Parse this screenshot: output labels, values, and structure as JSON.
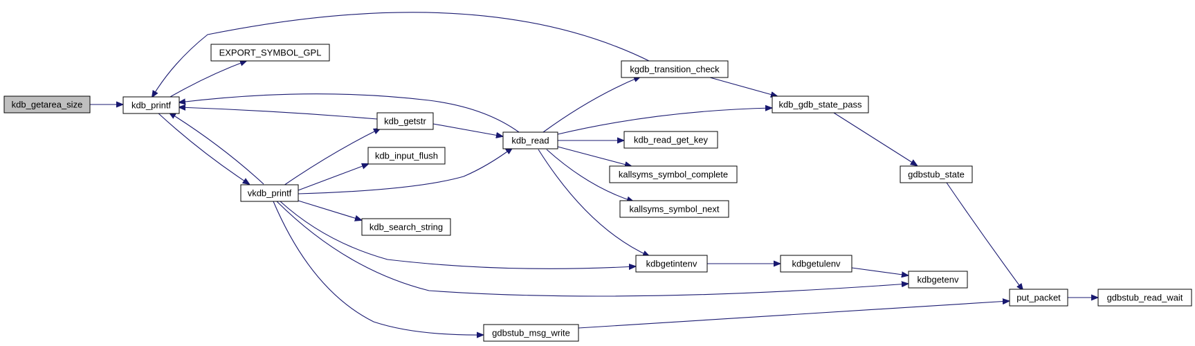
{
  "diagram": {
    "type": "call-graph",
    "nodes": [
      {
        "id": "kdb_getarea_size",
        "label": "kdb_getarea_size",
        "highlighted": true
      },
      {
        "id": "kdb_printf",
        "label": "kdb_printf"
      },
      {
        "id": "EXPORT_SYMBOL_GPL",
        "label": "EXPORT_SYMBOL_GPL"
      },
      {
        "id": "vkdb_printf",
        "label": "vkdb_printf"
      },
      {
        "id": "kdb_getstr",
        "label": "kdb_getstr"
      },
      {
        "id": "kdb_input_flush",
        "label": "kdb_input_flush"
      },
      {
        "id": "kdb_search_string",
        "label": "kdb_search_string"
      },
      {
        "id": "gdbstub_msg_write",
        "label": "gdbstub_msg_write"
      },
      {
        "id": "kdb_read",
        "label": "kdb_read"
      },
      {
        "id": "kgdb_transition_check",
        "label": "kgdb_transition_check"
      },
      {
        "id": "kdb_read_get_key",
        "label": "kdb_read_get_key"
      },
      {
        "id": "kallsyms_symbol_complete",
        "label": "kallsyms_symbol_complete"
      },
      {
        "id": "kallsyms_symbol_next",
        "label": "kallsyms_symbol_next"
      },
      {
        "id": "kdbgetintenv",
        "label": "kdbgetintenv"
      },
      {
        "id": "kdb_gdb_state_pass",
        "label": "kdb_gdb_state_pass"
      },
      {
        "id": "kdbgetulenv",
        "label": "kdbgetulenv"
      },
      {
        "id": "gdbstub_state",
        "label": "gdbstub_state"
      },
      {
        "id": "kdbgetenv",
        "label": "kdbgetenv"
      },
      {
        "id": "put_packet",
        "label": "put_packet"
      },
      {
        "id": "gdbstub_read_wait",
        "label": "gdbstub_read_wait"
      }
    ],
    "edges": [
      {
        "from": "kdb_getarea_size",
        "to": "kdb_printf"
      },
      {
        "from": "kdb_printf",
        "to": "EXPORT_SYMBOL_GPL"
      },
      {
        "from": "kdb_printf",
        "to": "vkdb_printf"
      },
      {
        "from": "vkdb_printf",
        "to": "kdb_printf"
      },
      {
        "from": "kdb_getstr",
        "to": "kdb_printf"
      },
      {
        "from": "kdb_read",
        "to": "kdb_printf"
      },
      {
        "from": "kgdb_transition_check",
        "to": "kdb_printf"
      },
      {
        "from": "vkdb_printf",
        "to": "kdb_getstr"
      },
      {
        "from": "vkdb_printf",
        "to": "kdb_input_flush"
      },
      {
        "from": "vkdb_printf",
        "to": "kdb_read"
      },
      {
        "from": "vkdb_printf",
        "to": "kdb_search_string"
      },
      {
        "from": "vkdb_printf",
        "to": "kdbgetintenv"
      },
      {
        "from": "vkdb_printf",
        "to": "kdbgetenv"
      },
      {
        "from": "vkdb_printf",
        "to": "gdbstub_msg_write"
      },
      {
        "from": "kdb_getstr",
        "to": "kdb_read"
      },
      {
        "from": "kdb_read",
        "to": "kgdb_transition_check"
      },
      {
        "from": "kdb_read",
        "to": "kdb_gdb_state_pass"
      },
      {
        "from": "kdb_read",
        "to": "kdb_read_get_key"
      },
      {
        "from": "kdb_read",
        "to": "kallsyms_symbol_complete"
      },
      {
        "from": "kdb_read",
        "to": "kallsyms_symbol_next"
      },
      {
        "from": "kdb_read",
        "to": "kdbgetintenv"
      },
      {
        "from": "kgdb_transition_check",
        "to": "kdb_gdb_state_pass"
      },
      {
        "from": "kdb_gdb_state_pass",
        "to": "gdbstub_state"
      },
      {
        "from": "gdbstub_state",
        "to": "put_packet"
      },
      {
        "from": "kdbgetintenv",
        "to": "kdbgetulenv"
      },
      {
        "from": "kdbgetulenv",
        "to": "kdbgetenv"
      },
      {
        "from": "gdbstub_msg_write",
        "to": "put_packet"
      },
      {
        "from": "put_packet",
        "to": "gdbstub_read_wait"
      }
    ],
    "colors": {
      "edge": "#191970",
      "node_border": "#000000",
      "node_fill": "#ffffff",
      "highlight_fill": "#bfbfbf"
    }
  }
}
